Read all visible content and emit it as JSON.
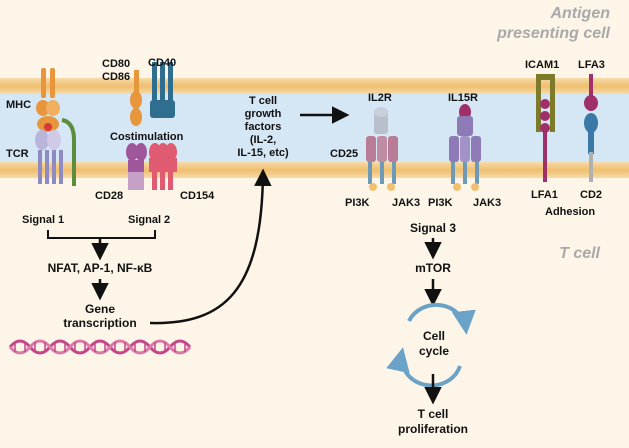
{
  "header": {
    "apc_line1": "Antigen",
    "apc_line2": "presenting cell",
    "tcell": "T cell"
  },
  "receptors": {
    "mhc": "MHC",
    "tcr": "TCR",
    "cd80": "CD80",
    "cd86": "CD86",
    "cd40": "CD40",
    "costimulation": "Costimulation",
    "cd28": "CD28",
    "cd154": "CD154",
    "il2r": "IL2R",
    "cd25": "CD25",
    "il15r": "IL15R",
    "icam1": "ICAM1",
    "lfa3": "LFA3",
    "lfa1": "LFA1",
    "cd2": "CD2",
    "adhesion": "Adhesion"
  },
  "growth_factors": {
    "line1": "T cell",
    "line2": "growth",
    "line3": "factors",
    "line4": "(IL-2,",
    "line5": "IL-15, etc)"
  },
  "kinases": {
    "pi3k_left": "PI3K",
    "jak3_left": "JAK3",
    "pi3k_right": "PI3K",
    "jak3_right": "JAK3"
  },
  "pathway": {
    "signal1": "Signal 1",
    "signal2": "Signal 2",
    "nfat": "NFAT, AP-1, NF-κB",
    "gene_line1": "Gene",
    "gene_line2": "transcription",
    "signal3": "Signal 3",
    "mtor": "mTOR",
    "cycle_line1": "Cell",
    "cycle_line2": "cycle",
    "prolif_line1": "T cell",
    "prolif_line2": "proliferation"
  },
  "colors": {
    "membrane": "#f3c98a",
    "cytoplasm_band": "#d5e6f4",
    "background": "#fdf6e8",
    "orange_receptor": "#e8963c",
    "blue_receptor": "#2f6e8f",
    "magenta_receptor": "#c0407a",
    "purple_receptor": "#7c5aa6",
    "olive_receptor": "#7d7a2a",
    "green_receptor": "#5c8d3a",
    "dna": "#c5478b",
    "cycle_arrow": "#6aa2c8"
  }
}
